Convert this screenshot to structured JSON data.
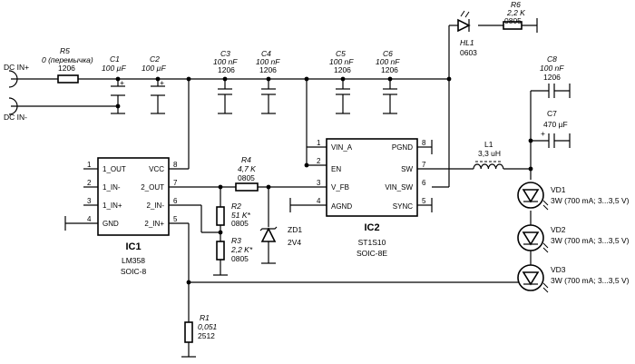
{
  "connectors": {
    "dc_in_plus": "DC IN+",
    "dc_in_minus": "DC IN-"
  },
  "r5": {
    "ref": "R5",
    "value": "0 (перемычка)",
    "pkg": "1206"
  },
  "c1": {
    "ref": "C1",
    "value": "100 µF"
  },
  "c2": {
    "ref": "C2",
    "value": "100 µF"
  },
  "c3": {
    "ref": "C3",
    "value": "100 nF",
    "pkg": "1206"
  },
  "c4": {
    "ref": "C4",
    "value": "100 nF",
    "pkg": "1206"
  },
  "c5": {
    "ref": "C5",
    "value": "100 nF",
    "pkg": "1206"
  },
  "c6": {
    "ref": "C6",
    "value": "100 nF",
    "pkg": "1206"
  },
  "hl1": {
    "ref": "HL1",
    "pkg": "0603"
  },
  "r6": {
    "ref": "R6",
    "value": "2,2 K",
    "pkg": "0805"
  },
  "c8": {
    "ref": "C8",
    "value": "100 nF",
    "pkg": "1206"
  },
  "c7": {
    "ref": "C7",
    "value": "470 µF"
  },
  "l1": {
    "ref": "L1",
    "value": "3,3 uH"
  },
  "ic1": {
    "ref": "IC1",
    "part": "LM358",
    "pkg": "SOIC-8",
    "pins_left": [
      {
        "num": "1",
        "name": "1_OUT"
      },
      {
        "num": "2",
        "name": "1_IN-"
      },
      {
        "num": "3",
        "name": "1_IN+"
      },
      {
        "num": "4",
        "name": "GND"
      }
    ],
    "pins_right": [
      {
        "num": "8",
        "name": "VCC"
      },
      {
        "num": "7",
        "name": "2_OUT"
      },
      {
        "num": "6",
        "name": "2_IN-"
      },
      {
        "num": "5",
        "name": "2_IN+"
      }
    ]
  },
  "ic2": {
    "ref": "IC2",
    "part": "ST1S10",
    "pkg": "SOIC-8E",
    "pins_left": [
      {
        "num": "1",
        "name": "VIN_A"
      },
      {
        "num": "2",
        "name": "EN"
      },
      {
        "num": "3",
        "name": "V_FB"
      },
      {
        "num": "4",
        "name": "AGND"
      }
    ],
    "pins_right": [
      {
        "num": "8",
        "name": "PGND"
      },
      {
        "num": "7",
        "name": "SW"
      },
      {
        "num": "6",
        "name": "VIN_SW"
      },
      {
        "num": "5",
        "name": "SYNC"
      }
    ]
  },
  "r4": {
    "ref": "R4",
    "value": "4,7 K",
    "pkg": "0805"
  },
  "r2": {
    "ref": "R2",
    "value": "51 K*",
    "pkg": "0805"
  },
  "r3": {
    "ref": "R3",
    "value": "2,2 K*",
    "pkg": "0805"
  },
  "zd1": {
    "ref": "ZD1",
    "value": "2V4"
  },
  "r1": {
    "ref": "R1",
    "value": "0,051",
    "pkg": "2512"
  },
  "vd1": {
    "ref": "VD1",
    "value": "3W (700 mA; 3...3,5 V)"
  },
  "vd2": {
    "ref": "VD2",
    "value": "3W (700 mA; 3...3,5 V)"
  },
  "vd3": {
    "ref": "VD3",
    "value": "3W (700 mA; 3...3,5 V)"
  }
}
